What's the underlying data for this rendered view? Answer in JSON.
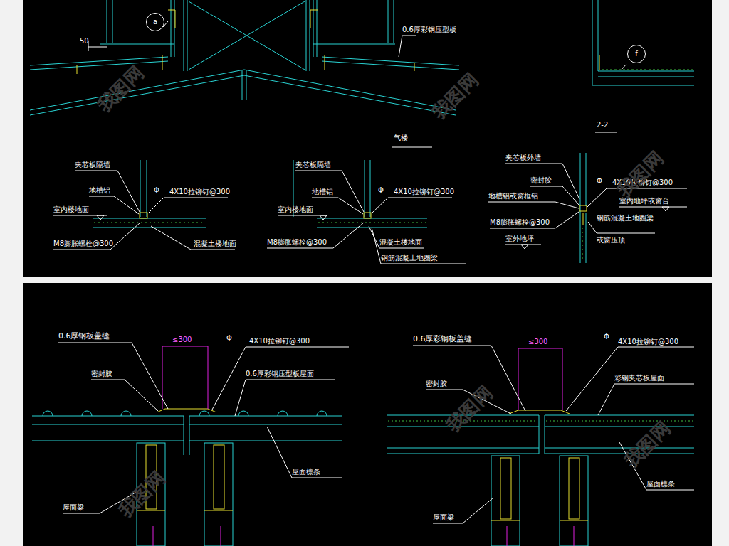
{
  "diagram": {
    "nodes": [
      {
        "text": [
          "a"
        ]
      },
      {
        "text": [
          "f"
        ]
      }
    ],
    "labels": [
      "50",
      "0.6厚彩钢压型板",
      "2-2",
      "气楼",
      "夹芯板隔墙",
      "地槽铝",
      "Φ",
      "4X10拉铆钉@300",
      "室内楼地面",
      "M8膨胀螺栓@300",
      "混凝土楼地面",
      "夹芯板隔墙",
      "地槽铝",
      "Φ",
      "4X10拉铆钉@300",
      "室内楼地面",
      "M8膨胀螺栓@300",
      "混凝土楼地面",
      "钢筋混凝土地圈梁",
      "夹芯板外墙",
      "密封胶",
      "Φ",
      "4X10拉铆钉@300",
      "地槽铝或窗框铝",
      "室内地坪或窗台",
      "M8膨胀螺栓@300",
      "室外地坪",
      "钢筋混凝土地圈梁",
      "或窗压顶",
      "0.6厚钢板盖缝",
      "≤300",
      "Φ",
      "4X10拉铆钉@300",
      "密封胶",
      "0.6厚彩钢压型板屋面",
      "屋面檩条",
      "屋面梁",
      "0.6厚彩钢板盖缝",
      "≤300",
      "Φ",
      "4X10拉铆钉@300",
      "密封胶",
      "彩钢夹芯板屋面",
      "屋面檩条",
      "屋面梁",
      "我图网",
      "我图网",
      "我图网",
      "我图网",
      "我图网",
      "我图网"
    ]
  }
}
